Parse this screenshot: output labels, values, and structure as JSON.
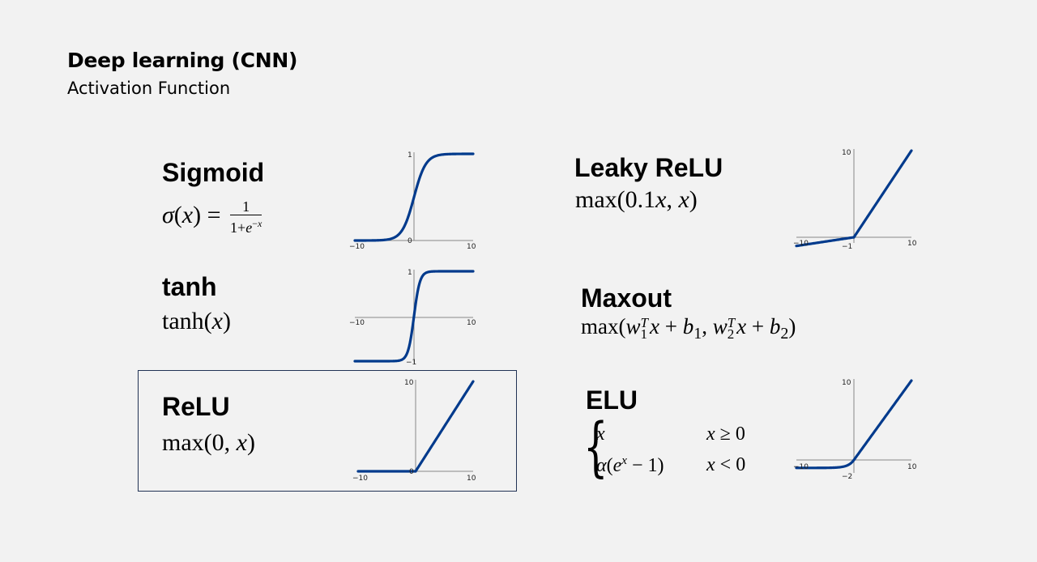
{
  "slide": {
    "title": "Deep learning (CNN)",
    "subtitle": "Activation Function"
  },
  "functions": [
    {
      "name": "Sigmoid"
    },
    {
      "name": "tanh"
    },
    {
      "name": "ReLU"
    },
    {
      "name": "Leaky ReLU"
    },
    {
      "name": "Maxout"
    },
    {
      "name": "ELU"
    }
  ],
  "plots": {
    "sigmoid": {
      "x_min_label": "−10",
      "x_max_label": "10",
      "y_max_label": "1",
      "y_min_label": "0"
    },
    "tanh": {
      "x_min_label": "−10",
      "x_max_label": "10",
      "y_max_label": "1",
      "y_min_label": "−1"
    },
    "relu": {
      "x_min_label": "−10",
      "x_max_label": "10",
      "y_max_label": "10",
      "y_min_label": "0"
    },
    "leaky": {
      "x_min_label": "−10",
      "x_max_label": "10",
      "y_max_label": "10",
      "y_min_label": "−1"
    },
    "elu": {
      "x_min_label": "−10",
      "x_max_label": "10",
      "y_max_label": "10",
      "y_min_label": "−2"
    }
  },
  "colors": {
    "curve": "#003a8c",
    "highlight_border": "#223355"
  }
}
